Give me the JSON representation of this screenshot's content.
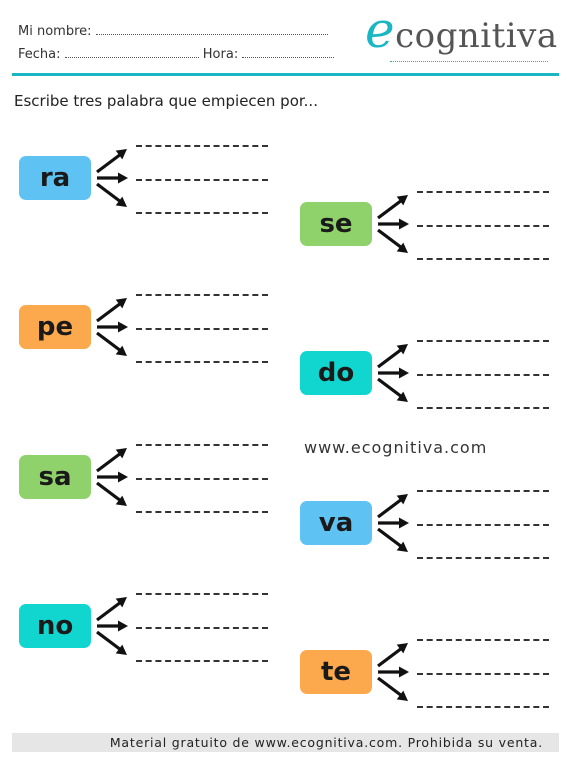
{
  "header": {
    "name_label": "Mi nombre:",
    "date_label": "Fecha:",
    "time_label": "Hora:",
    "logo_letter": "e",
    "logo_rest": "cognitiva"
  },
  "instruction": "Escribe tres palabra que empiecen por...",
  "syllables": [
    {
      "text": "ra",
      "color": "#5ec3f2"
    },
    {
      "text": "se",
      "color": "#8fd16a"
    },
    {
      "text": "pe",
      "color": "#fba94c"
    },
    {
      "text": "do",
      "color": "#10d6cf"
    },
    {
      "text": "sa",
      "color": "#8fd16a"
    },
    {
      "text": "va",
      "color": "#5ec3f2"
    },
    {
      "text": "no",
      "color": "#10d6cf"
    },
    {
      "text": "te",
      "color": "#fba94c"
    }
  ],
  "website": "www.ecognitiva.com",
  "footer": "Material gratuito de www.ecognitiva.com. Prohibida su venta."
}
